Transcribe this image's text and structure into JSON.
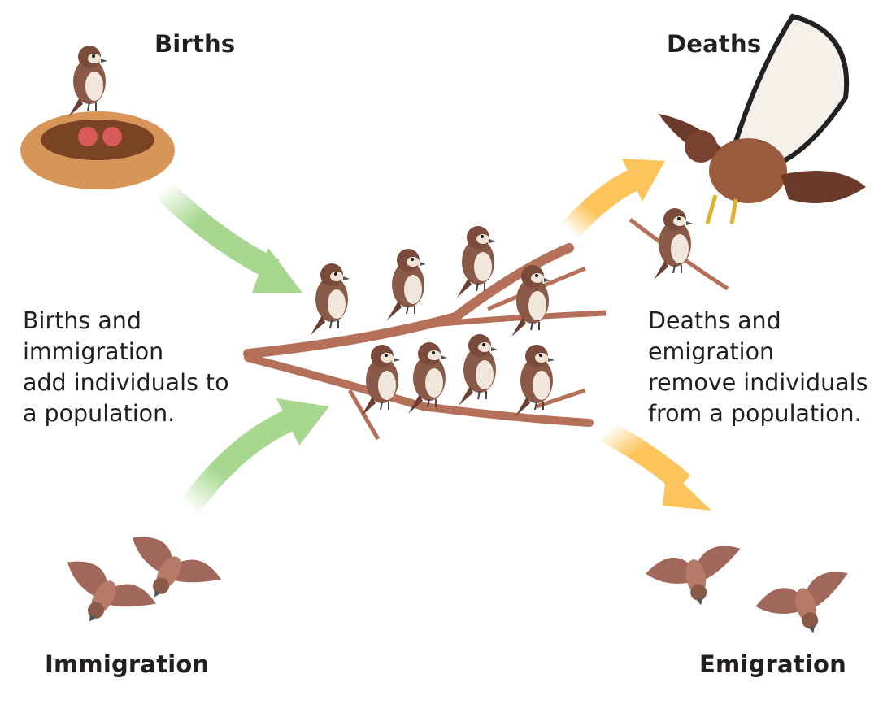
{
  "labels": {
    "births": "Births",
    "deaths": "Deaths",
    "immigration": "Immigration",
    "emigration": "Emigration"
  },
  "captions": {
    "add": "Births and\nimmigration\nadd individuals to\na population.",
    "remove": "Deaths and\nemigration\nremove individuals\nfrom a population."
  },
  "colors": {
    "add_arrow": "#a8d890",
    "remove_arrow": "#fcc45a",
    "branch": "#b5705a",
    "sparrow": "#8a5a48",
    "hawk": "#9a5a3e",
    "nest": "#d8955a"
  }
}
